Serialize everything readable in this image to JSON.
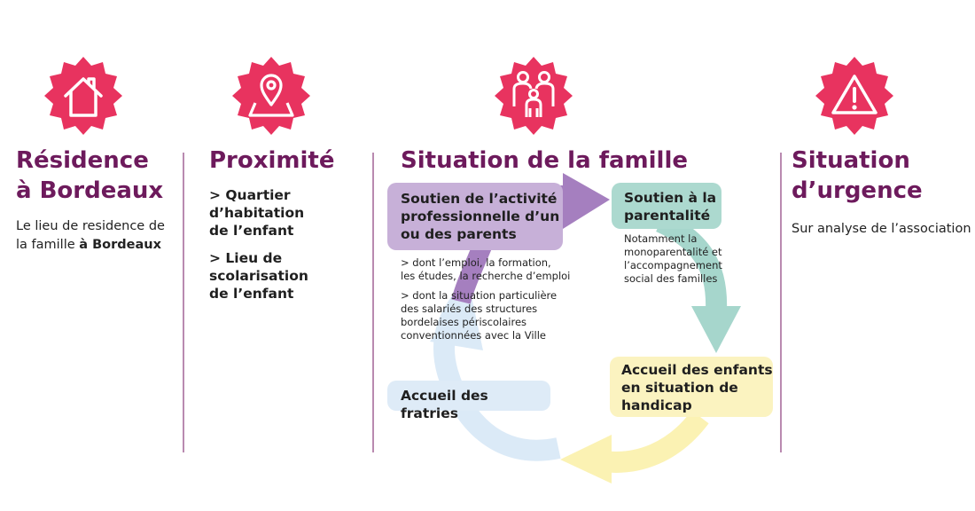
{
  "columns": {
    "residence": {
      "title_line1": "Résidence",
      "title_line2": "à Bordeaux",
      "text_prefix": "Le lieu de residence de",
      "text_line2_prefix": "la famille ",
      "text_line2_bold": "à Bordeaux",
      "icon": "house-icon"
    },
    "proximite": {
      "title": "Proximité",
      "item1": [
        "> Quartier",
        "d’habitation",
        "de l’enfant"
      ],
      "item2": [
        "> Lieu de",
        "scolarisation",
        "de l’enfant"
      ],
      "icon": "map-pin-icon"
    },
    "situation_famille": {
      "title": "Situation de la famille",
      "icon": "family-icon",
      "box_activite": [
        "Soutien de l’activité",
        "professionnelle d’un",
        "ou des parents"
      ],
      "activite_detail1": [
        "> dont l’emploi, la formation,",
        "les études, la recherche d’emploi"
      ],
      "activite_detail2": [
        "> dont la situation particulière",
        "des salariés des structures",
        "bordelaises périscolaires",
        "conventionnées avec la Ville"
      ],
      "box_parentalite": [
        "Soutien à la",
        "parentalité"
      ],
      "parentalite_detail": [
        "Notamment la",
        "monoparentalité et",
        "l’accompagnement",
        "social des familles"
      ],
      "box_handicap": [
        "Accueil des enfants",
        "en situation de",
        "handicap"
      ],
      "box_fratries": "Accueil des fratries"
    },
    "urgence": {
      "title_line1": "Situation",
      "title_line2": "d’urgence",
      "text": "Sur analyse de l’association",
      "icon": "warning-icon"
    }
  },
  "colors": {
    "badge": "#e8335f",
    "title": "#6d1a5c",
    "divider": "#b98ab0",
    "purple": "#a57fbf",
    "purple_box": "#c7b0d8",
    "teal": "#a6d6cc",
    "teal_box": "#acd9cf",
    "yellow": "#fbf2b3",
    "yellow_box": "#fbf3c0",
    "blue": "#dbeaf7",
    "blue_box": "#deebf7"
  }
}
